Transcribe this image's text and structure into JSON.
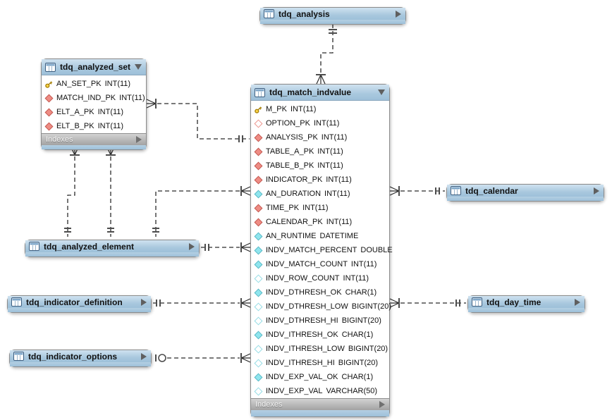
{
  "diagram": {
    "tables": [
      {
        "name": "tdq_analysis",
        "collapsed": true
      },
      {
        "name": "tdq_analyzed_set",
        "collapsed": false,
        "footer": "Indexes",
        "columns": [
          {
            "icon": "primary-key",
            "label": "AN_SET_PK",
            "type": "INT(11)"
          },
          {
            "icon": "foreign-key",
            "label": "MATCH_IND_PK",
            "type": "INT(11)"
          },
          {
            "icon": "foreign-key",
            "label": "ELT_A_PK",
            "type": "INT(11)"
          },
          {
            "icon": "foreign-key",
            "label": "ELT_B_PK",
            "type": "INT(11)"
          }
        ]
      },
      {
        "name": "tdq_match_indvalue",
        "collapsed": false,
        "footer": "Indexes",
        "columns": [
          {
            "icon": "primary-key",
            "label": "M_PK",
            "type": "INT(11)"
          },
          {
            "icon": "foreign-key-optional",
            "label": "OPTION_PK",
            "type": "INT(11)"
          },
          {
            "icon": "foreign-key",
            "label": "ANALYSIS_PK",
            "type": "INT(11)"
          },
          {
            "icon": "foreign-key",
            "label": "TABLE_A_PK",
            "type": "INT(11)"
          },
          {
            "icon": "foreign-key",
            "label": "TABLE_B_PK",
            "type": "INT(11)"
          },
          {
            "icon": "foreign-key",
            "label": "INDICATOR_PK",
            "type": "INT(11)"
          },
          {
            "icon": "attribute",
            "label": "AN_DURATION",
            "type": "INT(11)"
          },
          {
            "icon": "foreign-key",
            "label": "TIME_PK",
            "type": "INT(11)"
          },
          {
            "icon": "foreign-key",
            "label": "CALENDAR_PK",
            "type": "INT(11)"
          },
          {
            "icon": "attribute",
            "label": "AN_RUNTIME",
            "type": "DATETIME"
          },
          {
            "icon": "attribute",
            "label": "INDV_MATCH_PERCENT",
            "type": "DOUBLE"
          },
          {
            "icon": "attribute",
            "label": "INDV_MATCH_COUNT",
            "type": "INT(11)"
          },
          {
            "icon": "attribute-optional",
            "label": "INDV_ROW_COUNT",
            "type": "INT(11)"
          },
          {
            "icon": "attribute",
            "label": "INDV_DTHRESH_OK",
            "type": "CHAR(1)"
          },
          {
            "icon": "attribute-optional",
            "label": "INDV_DTHRESH_LOW",
            "type": "BIGINT(20)"
          },
          {
            "icon": "attribute-optional",
            "label": "INDV_DTHRESH_HI",
            "type": "BIGINT(20)"
          },
          {
            "icon": "attribute",
            "label": "INDV_ITHRESH_OK",
            "type": "CHAR(1)"
          },
          {
            "icon": "attribute-optional",
            "label": "INDV_ITHRESH_LOW",
            "type": "BIGINT(20)"
          },
          {
            "icon": "attribute-optional",
            "label": "INDV_ITHRESH_HI",
            "type": "BIGINT(20)"
          },
          {
            "icon": "attribute",
            "label": "INDV_EXP_VAL_OK",
            "type": "CHAR(1)"
          },
          {
            "icon": "attribute-optional",
            "label": "INDV_EXP_VAL",
            "type": "VARCHAR(50)"
          }
        ]
      },
      {
        "name": "tdq_calendar",
        "collapsed": true
      },
      {
        "name": "tdq_analyzed_element",
        "collapsed": true
      },
      {
        "name": "tdq_indicator_definition",
        "collapsed": true
      },
      {
        "name": "tdq_day_time",
        "collapsed": true
      },
      {
        "name": "tdq_indicator_options",
        "collapsed": true
      }
    ],
    "relationships": [
      {
        "from": "tdq_analysis",
        "to": "tdq_match_indvalue",
        "from_card": "one",
        "to_card": "many"
      },
      {
        "from": "tdq_analyzed_set",
        "to": "tdq_match_indvalue",
        "from_card": "many",
        "to_card": "one"
      },
      {
        "from": "tdq_analyzed_set",
        "to": "tdq_analyzed_element",
        "from_card": "many",
        "to_card": "one"
      },
      {
        "from": "tdq_analyzed_set",
        "to": "tdq_analyzed_element",
        "from_card": "many",
        "to_card": "one"
      },
      {
        "from": "tdq_match_indvalue",
        "to": "tdq_analyzed_element",
        "from_card": "many",
        "to_card": "one"
      },
      {
        "from": "tdq_analyzed_element",
        "to": "tdq_match_indvalue",
        "from_card": "one",
        "to_card": "many"
      },
      {
        "from": "tdq_match_indvalue",
        "to": "tdq_calendar",
        "from_card": "many",
        "to_card": "one"
      },
      {
        "from": "tdq_indicator_definition",
        "to": "tdq_match_indvalue",
        "from_card": "one",
        "to_card": "many"
      },
      {
        "from": "tdq_match_indvalue",
        "to": "tdq_day_time",
        "from_card": "many",
        "to_card": "one"
      },
      {
        "from": "tdq_indicator_options",
        "to": "tdq_match_indvalue",
        "from_card": "zero-or-one",
        "to_card": "many"
      }
    ]
  },
  "colors": {
    "header_blue": "#a9c8de",
    "footer_gray": "#a2a2a2",
    "fk_red": "#ee8c84",
    "attr_cyan": "#8fe5ee",
    "pk_yellow": "#ffd84d",
    "line": "#2b2b2b"
  }
}
